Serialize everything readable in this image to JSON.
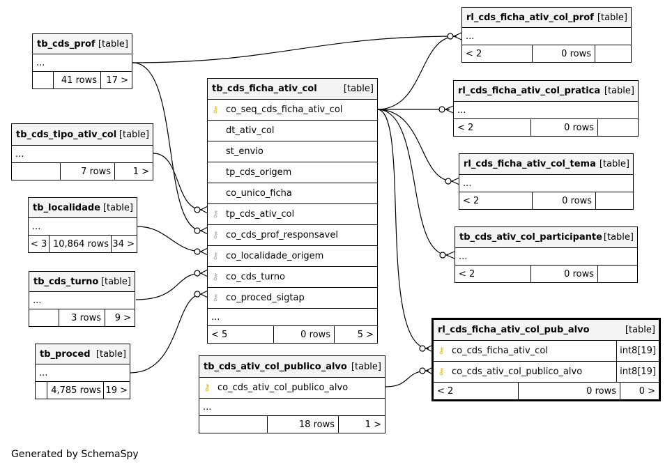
{
  "tables": {
    "tb_cds_prof": {
      "name": "tb_cds_prof",
      "kind": "[table]",
      "ellipsis": "...",
      "footer": [
        "",
        "41 rows",
        "17 >"
      ]
    },
    "tb_cds_tipo_ativ_col": {
      "name": "tb_cds_tipo_ativ_col",
      "kind": "[table]",
      "ellipsis": "...",
      "footer": [
        "",
        "7 rows",
        "1 >"
      ]
    },
    "tb_localidade": {
      "name": "tb_localidade",
      "kind": "[table]",
      "ellipsis": "...",
      "footer": [
        "< 3",
        "10,864 rows",
        "34 >"
      ]
    },
    "tb_cds_turno": {
      "name": "tb_cds_turno",
      "kind": "[table]",
      "ellipsis": "...",
      "footer": [
        "",
        "3 rows",
        "9 >"
      ]
    },
    "tb_proced": {
      "name": "tb_proced",
      "kind": "[table]",
      "ellipsis": "...",
      "footer": [
        "",
        "4,785 rows",
        "19 >"
      ]
    },
    "tb_cds_ficha_ativ_col": {
      "name": "tb_cds_ficha_ativ_col",
      "kind": "[table]",
      "columns": [
        {
          "name": "co_seq_cds_ficha_ativ_col",
          "key": "pk"
        },
        {
          "name": "dt_ativ_col",
          "key": ""
        },
        {
          "name": "st_envio",
          "key": ""
        },
        {
          "name": "tp_cds_origem",
          "key": ""
        },
        {
          "name": "co_unico_ficha",
          "key": ""
        },
        {
          "name": "tp_cds_ativ_col",
          "key": "fk"
        },
        {
          "name": "co_cds_prof_responsavel",
          "key": "fk"
        },
        {
          "name": "co_localidade_origem",
          "key": "fk"
        },
        {
          "name": "co_cds_turno",
          "key": "fk"
        },
        {
          "name": "co_proced_sigtap",
          "key": "fk"
        }
      ],
      "ellipsis": "...",
      "footer": [
        "< 5",
        "0 rows",
        "5 >"
      ]
    },
    "tb_cds_ativ_col_publico_alvo": {
      "name": "tb_cds_ativ_col_publico_alvo",
      "kind": "[table]",
      "columns": [
        {
          "name": "co_cds_ativ_col_publico_alvo",
          "key": "pk"
        }
      ],
      "ellipsis": "...",
      "footer": [
        "",
        "18 rows",
        "1 >"
      ]
    },
    "rl_cds_ficha_ativ_col_prof": {
      "name": "rl_cds_ficha_ativ_col_prof",
      "kind": "[table]",
      "ellipsis": "...",
      "footer": [
        "< 2",
        "0 rows",
        ""
      ]
    },
    "rl_cds_ficha_ativ_col_pratica": {
      "name": "rl_cds_ficha_ativ_col_pratica",
      "kind": "[table]",
      "ellipsis": "...",
      "footer": [
        "< 2",
        "0 rows",
        ""
      ]
    },
    "rl_cds_ficha_ativ_col_tema": {
      "name": "rl_cds_ficha_ativ_col_tema",
      "kind": "[table]",
      "ellipsis": "...",
      "footer": [
        "< 2",
        "0 rows",
        ""
      ]
    },
    "tb_cds_ativ_col_participante": {
      "name": "tb_cds_ativ_col_participante",
      "kind": "[table]",
      "ellipsis": "...",
      "footer": [
        "< 2",
        "0 rows",
        ""
      ]
    },
    "rl_cds_ficha_ativ_col_pub_alvo": {
      "name": "rl_cds_ficha_ativ_col_pub_alvo",
      "kind": "[table]",
      "columns": [
        {
          "name": "co_cds_ficha_ativ_col",
          "key": "pk",
          "type": "int8[19]"
        },
        {
          "name": "co_cds_ativ_col_publico_alvo",
          "key": "pk",
          "type": "int8[19]"
        }
      ],
      "footer": [
        "< 2",
        "0 rows",
        "0 >"
      ]
    }
  },
  "icons": {
    "primary_key": "key-icon-gold",
    "foreign_key": "key-icon-gray"
  },
  "colors": {
    "primary_key": "#e8c200",
    "foreign_key": "#b0b0b0",
    "header_bg": "#f4f4f4"
  },
  "generated_by": "Generated by SchemaSpy"
}
